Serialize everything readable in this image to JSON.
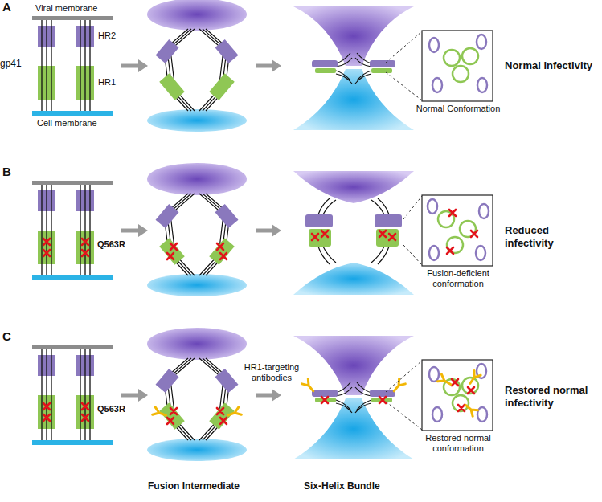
{
  "diagram": {
    "labels": [
      "A",
      "gp41",
      "Viral membrane",
      "HR2",
      "HR1",
      "Cell membrane",
      "Normal Conformation",
      "Normal infectivity",
      "B",
      "Q563R",
      "Fusion-deficient conformation",
      "Reduced infectivity",
      "C",
      "Q563R",
      "HR1-targeting antibodies",
      "Restored normal conformation",
      "Restored normal infectivity",
      "Fusion Intermediate",
      "Six-Helix Bundle"
    ]
  }
}
